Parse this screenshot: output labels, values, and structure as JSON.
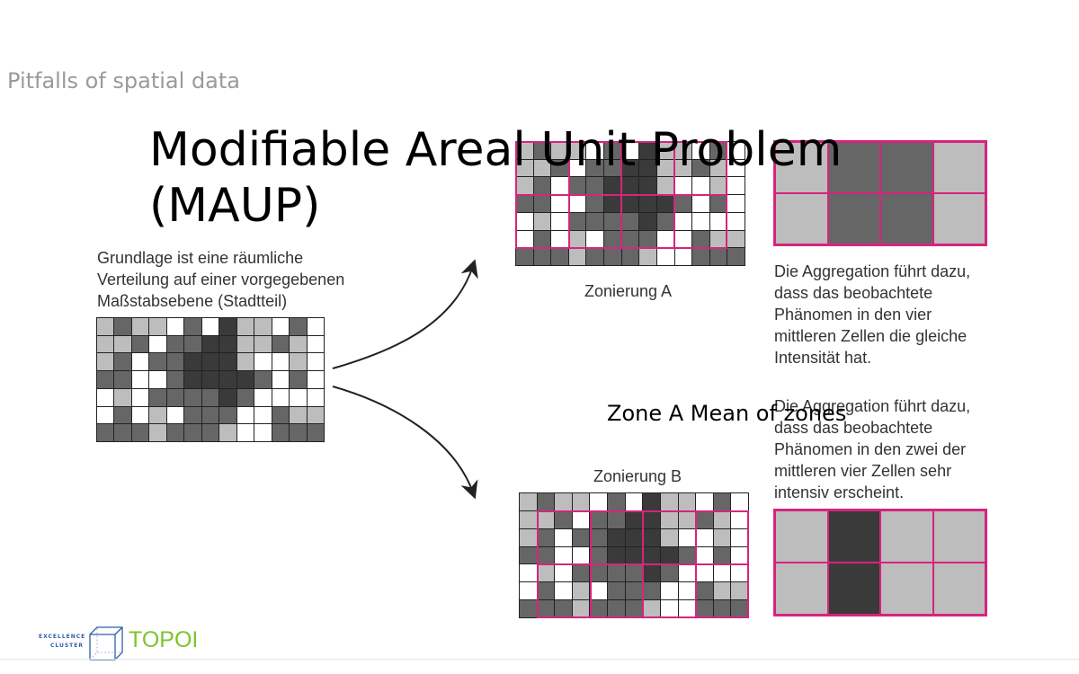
{
  "header": {
    "subtitle": "Pitfalls of spatial data",
    "title_line1": "Modifiable Areal Unit Problem",
    "title_line2": "(MAUP)"
  },
  "base": {
    "caption": [
      "Grundlage ist eine räumliche",
      "Verteilung auf einer vorgegebenen",
      "Maßstabsebene (Stadtteil)"
    ],
    "cells": [
      [
        1,
        2,
        1,
        1,
        0,
        2,
        0,
        3,
        1,
        1,
        0,
        2,
        0
      ],
      [
        1,
        1,
        2,
        0,
        2,
        2,
        3,
        3,
        1,
        1,
        2,
        1,
        0
      ],
      [
        1,
        2,
        0,
        2,
        2,
        3,
        3,
        3,
        1,
        0,
        0,
        1,
        0
      ],
      [
        2,
        2,
        0,
        0,
        2,
        3,
        3,
        3,
        3,
        2,
        0,
        2,
        0
      ],
      [
        0,
        1,
        0,
        2,
        2,
        2,
        2,
        3,
        2,
        0,
        0,
        0,
        0
      ],
      [
        0,
        2,
        0,
        1,
        0,
        2,
        2,
        2,
        0,
        0,
        2,
        1,
        1
      ],
      [
        2,
        2,
        2,
        1,
        2,
        2,
        2,
        1,
        0,
        0,
        2,
        2,
        2
      ]
    ]
  },
  "zoning_a": {
    "label": "Zonierung A",
    "aggregate": [
      [
        1,
        2,
        2,
        1
      ],
      [
        1,
        2,
        2,
        1
      ]
    ],
    "text": [
      "Die Aggregation führt dazu,",
      "dass das beobachtete",
      "Phänomen in den vier",
      "mittleren Zellen die gleiche",
      "Intensität hat."
    ]
  },
  "zoning_b": {
    "label": "Zonierung B",
    "aggregate": [
      [
        1,
        3,
        1,
        1
      ],
      [
        1,
        3,
        1,
        1
      ]
    ],
    "text": [
      "Die Aggregation führt dazu,",
      "dass das beobachtete",
      "Phänomen in den zwei der",
      "mittleren vier Zellen sehr",
      "intensiv erscheint."
    ]
  },
  "overlay_label": "Zone A Mean of zones",
  "logo": {
    "small": [
      "EXCELLENCE",
      "CLUSTER"
    ],
    "name": "TOPOI"
  },
  "colors": {
    "levels": [
      "#ffffff",
      "#bdbdbd",
      "#666666",
      "#3a3a3a"
    ],
    "zone_border": "#d6247e",
    "logo_green": "#7dc42a",
    "logo_blue": "#2f5fa8"
  }
}
